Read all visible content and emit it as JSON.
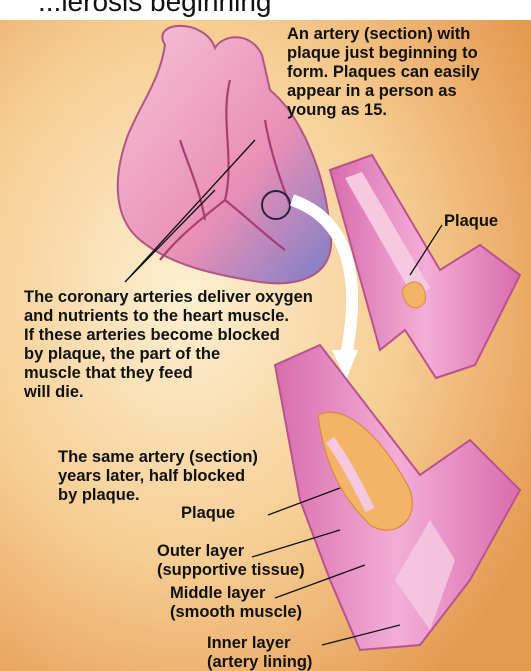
{
  "header": {
    "cropped_title": "...lerosis beginning"
  },
  "captions": {
    "early_plaque": "An artery (section) with\nplaque just beginning to\nform. Plaques can easily\nappear in a person as\nyoung as 15.",
    "coronary": "The coronary arteries deliver oxygen\nand nutrients to the heart muscle.\nIf these arteries become blocked\nby plaque, the part of the\nmuscle that they feed\nwill die.",
    "later": "The same artery (section)\nyears later, half blocked\nby plaque."
  },
  "labels": {
    "plaque_top": "Plaque",
    "plaque_bottom": "Plaque",
    "outer_layer": "Outer layer\n(supportive tissue)",
    "middle_layer": "Middle layer\n(smooth muscle)",
    "inner_layer": "Inner layer\n(artery lining)"
  },
  "colors": {
    "background_light": "#fbe6bf",
    "background_dark": "#e9a45c",
    "artery_pink": "#e88fc4",
    "artery_lumen": "#f6c9e0",
    "plaque": "#f2b467",
    "heart": "#efa6c2",
    "heart_shadow": "#6d79c6"
  }
}
